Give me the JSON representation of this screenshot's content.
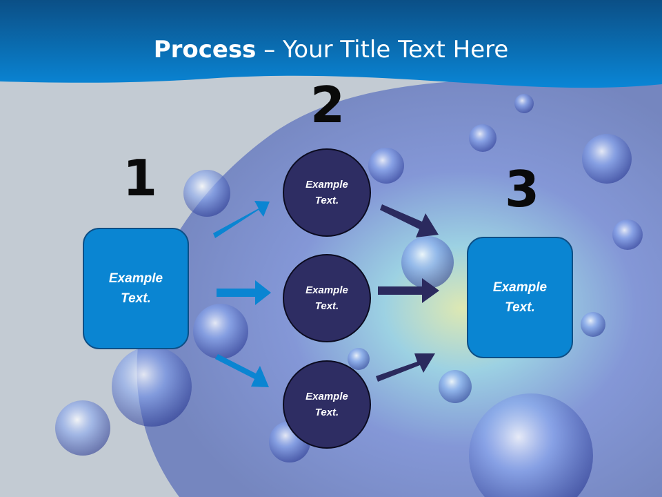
{
  "slide": {
    "title_bold": "Process",
    "title_rest": "– Your Title Text Here",
    "colors": {
      "header": "#0a72bf",
      "box": "#0a85d2",
      "circle": "#2e2d63",
      "arrow_blue": "#0a85d2",
      "arrow_dark": "#2b2a5e"
    }
  },
  "steps": {
    "one": "1",
    "two": "2",
    "three": "3"
  },
  "left_box": {
    "line1": "Example",
    "line2": "Text."
  },
  "circles": [
    {
      "line1": "Example",
      "line2": "Text."
    },
    {
      "line1": "Example",
      "line2": "Text."
    },
    {
      "line1": "Example",
      "line2": "Text."
    }
  ],
  "right_box": {
    "line1": "Example",
    "line2": "Text."
  }
}
